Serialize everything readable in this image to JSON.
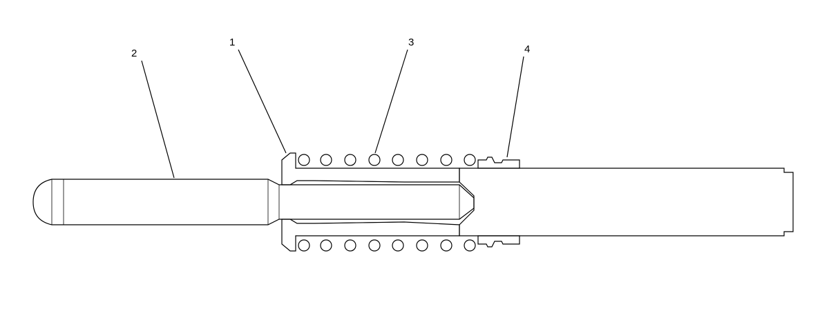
{
  "callouts": [
    {
      "id": "label-1",
      "text": "1"
    },
    {
      "id": "label-2",
      "text": "2"
    },
    {
      "id": "label-3",
      "text": "3"
    },
    {
      "id": "label-4",
      "text": "4"
    }
  ],
  "colors": {
    "line": "#000000",
    "background": "#ffffff"
  }
}
